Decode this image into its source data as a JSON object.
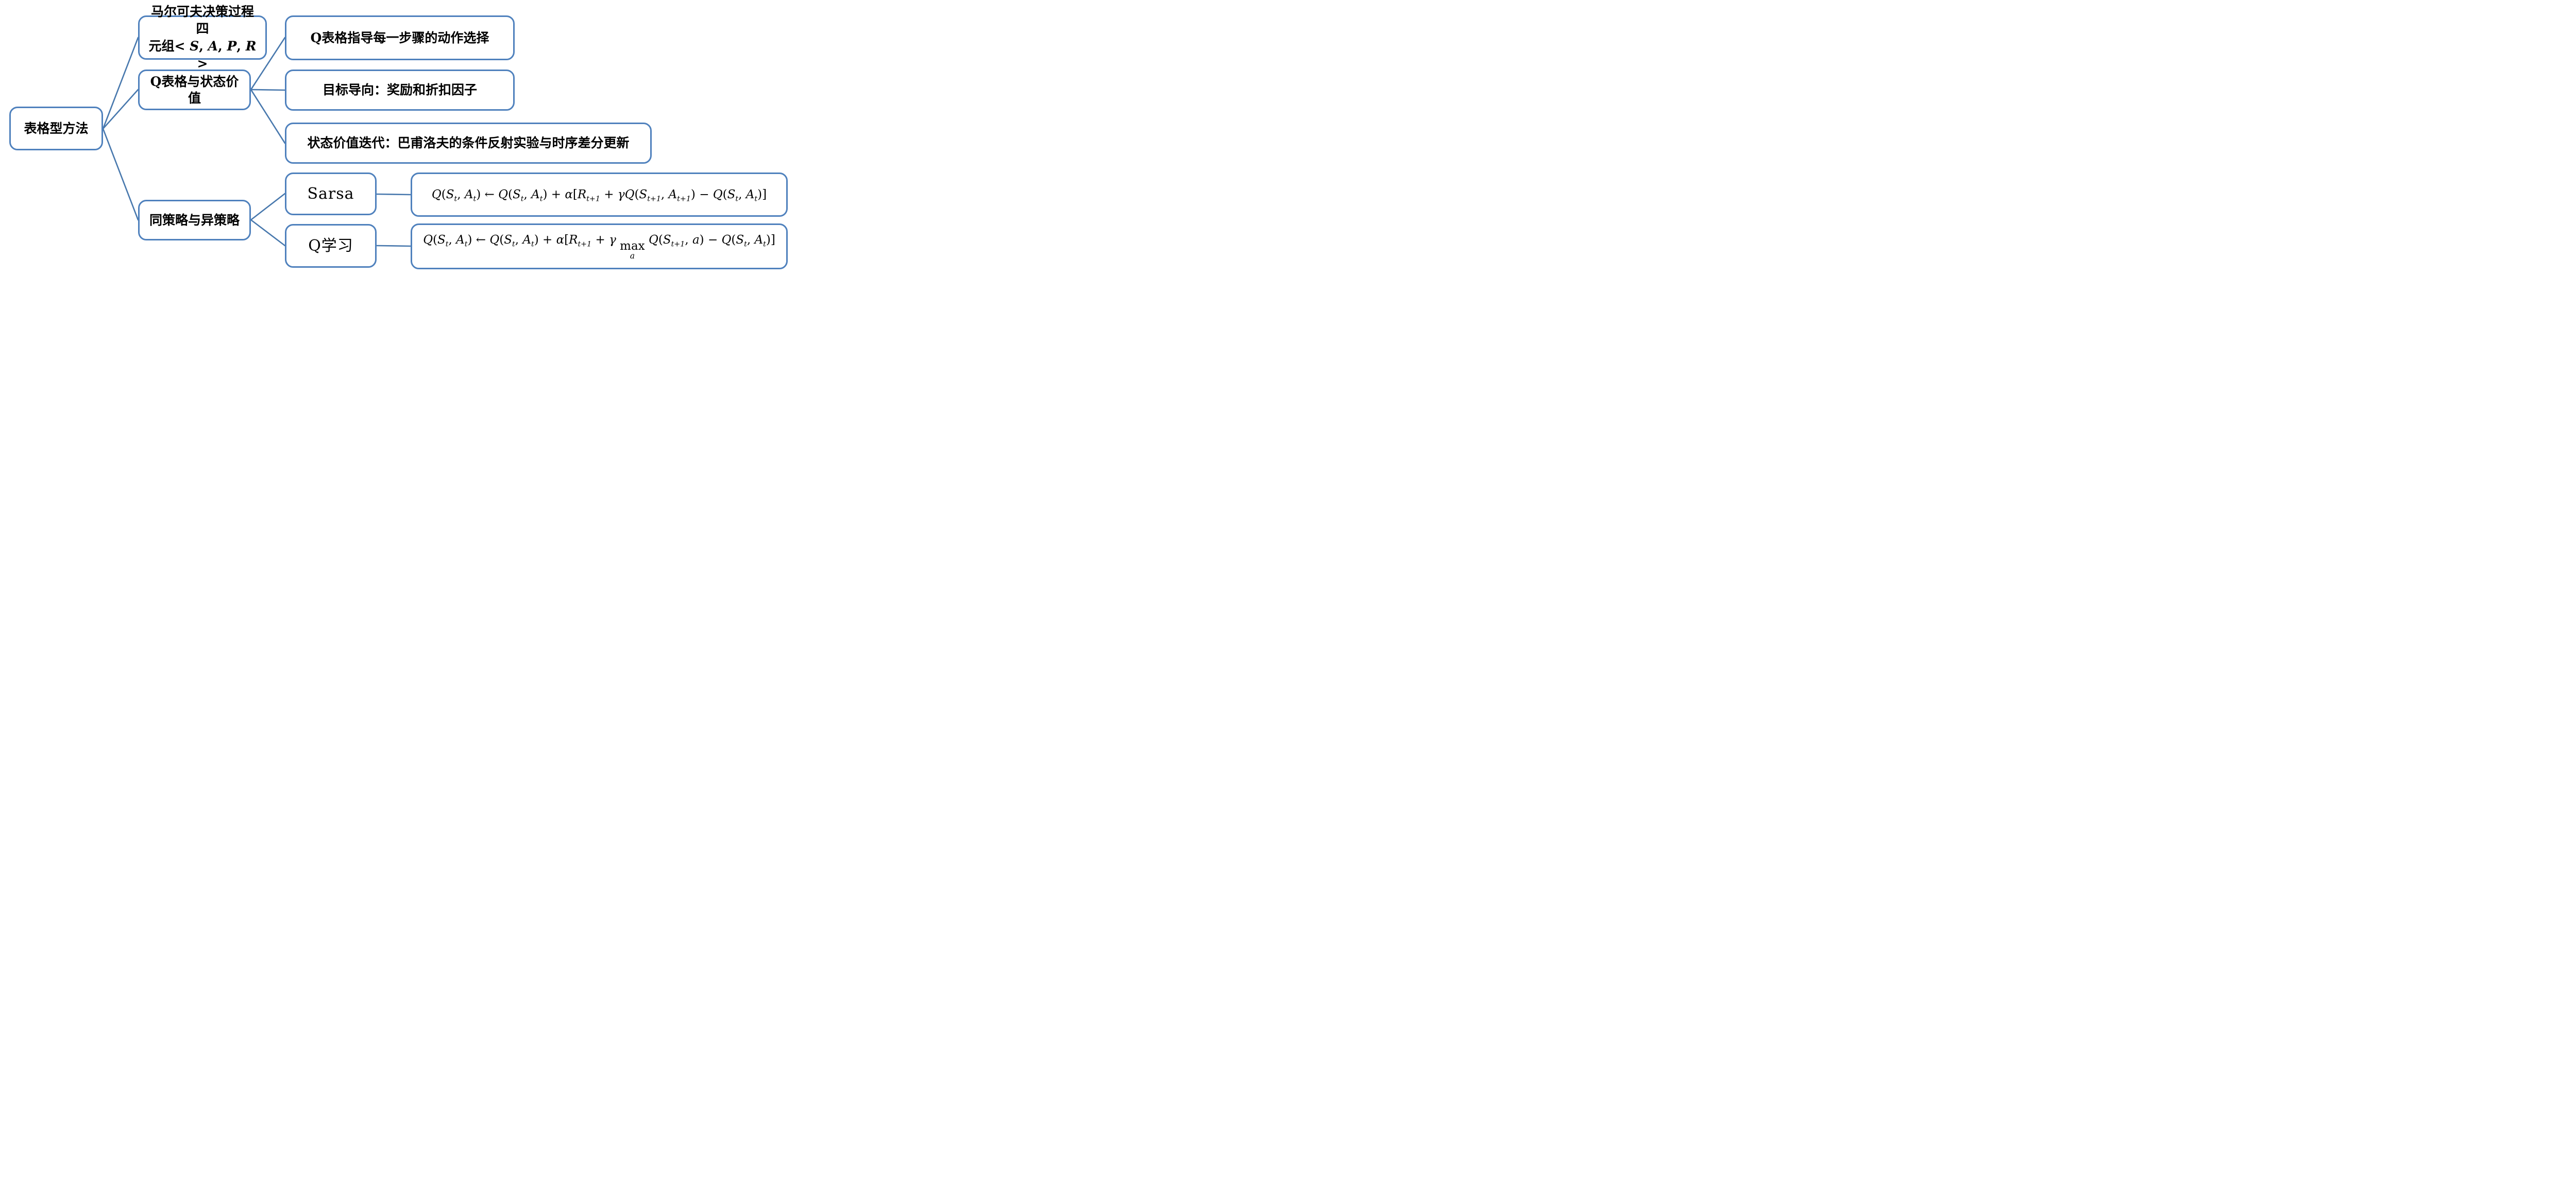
{
  "diagram": {
    "colors": {
      "box_border": "#4f81bd",
      "connector": "#4878ad",
      "background": "#ffffff",
      "text": "#000000"
    },
    "nodes": {
      "root": {
        "tokens": [
          {
            "t": "表格型方法"
          }
        ]
      },
      "mdp": {
        "tokens": [
          {
            "t": "马尔可夫决策过程四"
          },
          {
            "br": true
          },
          {
            "t": "元组< "
          },
          {
            "t": "S",
            "it": true
          },
          {
            "t": ", "
          },
          {
            "t": "A",
            "it": true
          },
          {
            "t": ", "
          },
          {
            "t": "P",
            "it": true
          },
          {
            "t": ", "
          },
          {
            "t": "R",
            "it": true
          },
          {
            "t": " >"
          }
        ]
      },
      "qtable": {
        "tokens": [
          {
            "t": "Q表格与状态价值"
          }
        ]
      },
      "qguide": {
        "tokens": [
          {
            "t": "Q表格指导每一步骤的动作选择"
          }
        ]
      },
      "goal": {
        "tokens": [
          {
            "t": "目标导向：奖励和折扣因子"
          }
        ]
      },
      "valueiter": {
        "tokens": [
          {
            "t": "状态价值迭代：巴甫洛夫的条件反射实验与时序差分更新"
          }
        ]
      },
      "policy": {
        "tokens": [
          {
            "t": "同策略与异策略"
          }
        ]
      },
      "sarsa": {
        "tokens": [
          {
            "t": "Sarsa"
          }
        ]
      },
      "qlearn": {
        "tokens": [
          {
            "t": "Q学习"
          }
        ]
      },
      "sarsa_formula": {
        "tokens": [
          {
            "t": "Q",
            "it": true
          },
          {
            "t": "("
          },
          {
            "t": "S",
            "it": true
          },
          {
            "t": "t",
            "it": true,
            "sub": true
          },
          {
            "t": ", "
          },
          {
            "t": "A",
            "it": true
          },
          {
            "t": "t",
            "it": true,
            "sub": true
          },
          {
            "t": ") ← "
          },
          {
            "t": "Q",
            "it": true
          },
          {
            "t": "("
          },
          {
            "t": "S",
            "it": true
          },
          {
            "t": "t",
            "it": true,
            "sub": true
          },
          {
            "t": ", "
          },
          {
            "t": "A",
            "it": true
          },
          {
            "t": "t",
            "it": true,
            "sub": true
          },
          {
            "t": ") + "
          },
          {
            "t": "α",
            "it": true
          },
          {
            "t": "["
          },
          {
            "t": "R",
            "it": true
          },
          {
            "t": "t+1",
            "it": true,
            "sub": true
          },
          {
            "t": " + "
          },
          {
            "t": "γ",
            "it": true
          },
          {
            "t": "Q",
            "it": true
          },
          {
            "t": "("
          },
          {
            "t": "S",
            "it": true
          },
          {
            "t": "t+1",
            "it": true,
            "sub": true
          },
          {
            "t": ", "
          },
          {
            "t": "A",
            "it": true
          },
          {
            "t": "t+1",
            "it": true,
            "sub": true
          },
          {
            "t": ") − "
          },
          {
            "t": "Q",
            "it": true
          },
          {
            "t": "("
          },
          {
            "t": "S",
            "it": true
          },
          {
            "t": "t",
            "it": true,
            "sub": true
          },
          {
            "t": ", "
          },
          {
            "t": "A",
            "it": true
          },
          {
            "t": "t",
            "it": true,
            "sub": true
          },
          {
            "t": ")]"
          }
        ]
      },
      "qlearn_formula": {
        "tokens": [
          {
            "t": "Q",
            "it": true
          },
          {
            "t": "("
          },
          {
            "t": "S",
            "it": true
          },
          {
            "t": "t",
            "it": true,
            "sub": true
          },
          {
            "t": ", "
          },
          {
            "t": "A",
            "it": true
          },
          {
            "t": "t",
            "it": true,
            "sub": true
          },
          {
            "t": ") ← "
          },
          {
            "t": "Q",
            "it": true
          },
          {
            "t": "("
          },
          {
            "t": "S",
            "it": true
          },
          {
            "t": "t",
            "it": true,
            "sub": true
          },
          {
            "t": ", "
          },
          {
            "t": "A",
            "it": true
          },
          {
            "t": "t",
            "it": true,
            "sub": true
          },
          {
            "t": ") + "
          },
          {
            "t": "α",
            "it": true
          },
          {
            "t": "["
          },
          {
            "t": "R",
            "it": true
          },
          {
            "t": "t+1",
            "it": true,
            "sub": true
          },
          {
            "t": " + "
          },
          {
            "t": "γ",
            "it": true
          },
          {
            "t": " "
          },
          {
            "t": "max",
            "under": "a"
          },
          {
            "t": " "
          },
          {
            "t": "Q",
            "it": true
          },
          {
            "t": "("
          },
          {
            "t": "S",
            "it": true
          },
          {
            "t": "t+1",
            "it": true,
            "sub": true
          },
          {
            "t": ", "
          },
          {
            "t": "a",
            "it": true
          },
          {
            "t": ") − "
          },
          {
            "t": "Q",
            "it": true
          },
          {
            "t": "("
          },
          {
            "t": "S",
            "it": true
          },
          {
            "t": "t",
            "it": true,
            "sub": true
          },
          {
            "t": ", "
          },
          {
            "t": "A",
            "it": true
          },
          {
            "t": "t",
            "it": true,
            "sub": true
          },
          {
            "t": ")]"
          }
        ]
      }
    },
    "edges": [
      [
        "root",
        "mdp"
      ],
      [
        "root",
        "qtable"
      ],
      [
        "root",
        "policy"
      ],
      [
        "qtable",
        "qguide"
      ],
      [
        "qtable",
        "goal"
      ],
      [
        "qtable",
        "valueiter"
      ],
      [
        "policy",
        "sarsa"
      ],
      [
        "policy",
        "qlearn"
      ],
      [
        "sarsa",
        "sarsa_formula"
      ],
      [
        "qlearn",
        "qlearn_formula"
      ]
    ]
  }
}
